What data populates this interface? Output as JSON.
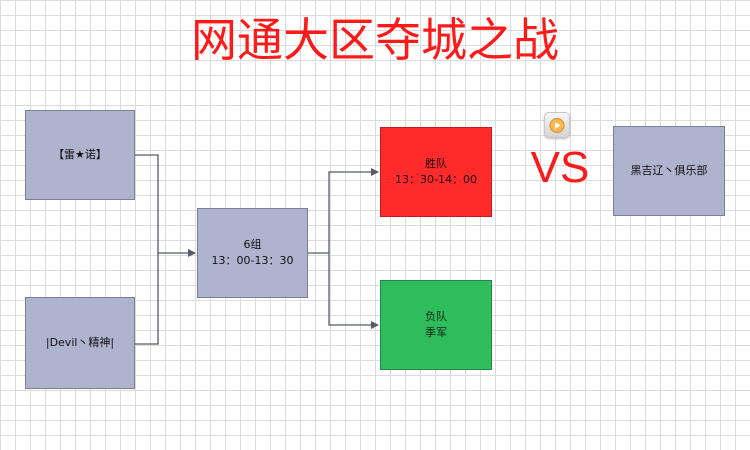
{
  "title": "网通大区夺城之战",
  "vs_label": "VS",
  "boxes": {
    "team_leinuo": "【雷★诺】",
    "team_devil": "|Devil丶精神|",
    "group": {
      "name": "6组",
      "time": "13：00-13：30"
    },
    "winner": {
      "label": "胜队",
      "time": "13：30-14：00"
    },
    "loser": {
      "label": "负队",
      "result": "季军"
    },
    "team_heiji": "黑吉辽丶俱乐部"
  },
  "colors": {
    "title": "#ff1a1a",
    "team_box": "#aeb3ce",
    "winner_box": "#ff2a2a",
    "loser_box": "#2ebc5c",
    "connector": "#555a66"
  },
  "icons": {
    "media": "media-play-icon"
  }
}
